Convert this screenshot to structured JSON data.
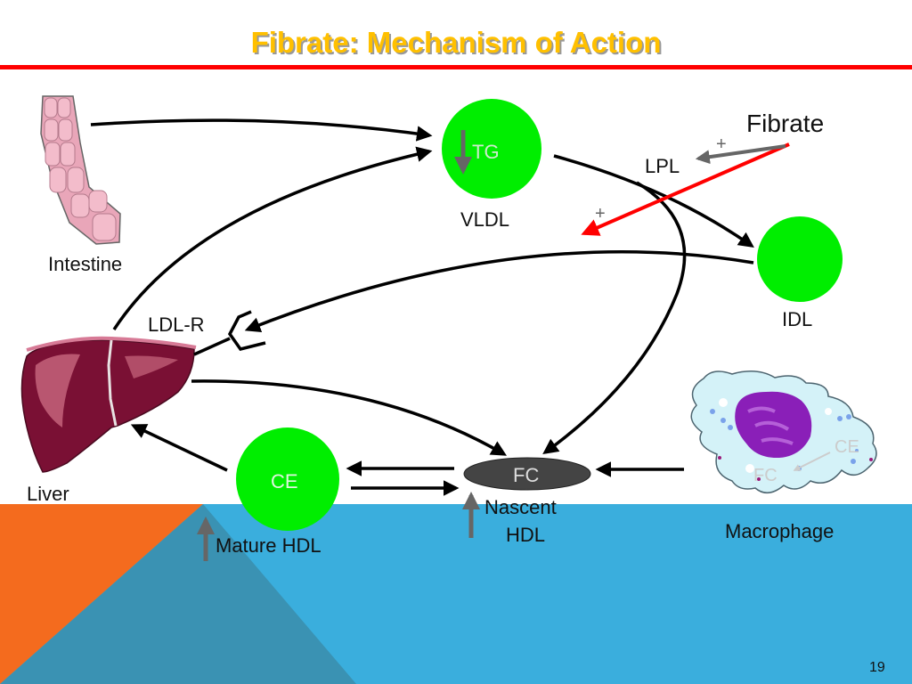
{
  "slide": {
    "title": "Fibrate: Mechanism of Action",
    "page_number": "19",
    "colors": {
      "title": "#FFC000",
      "title_rule": "#FF0000",
      "lipoprotein": "#00EE00",
      "fibrate_arrow": "#FF0000",
      "modifier_arrow": "#666666",
      "fc_ellipse": "#444444",
      "bg_blue": "#3AAEDD",
      "bg_orange": "#F46B1E",
      "bg_teal": "#3A92B3"
    }
  },
  "organs": {
    "intestine": "Intestine",
    "liver": "Liver",
    "macrophage": "Macrophage"
  },
  "particles": {
    "vldl": {
      "label": "VLDL",
      "inner": "TG",
      "modifier": "decrease"
    },
    "idl": {
      "label": "IDL"
    },
    "mature_hdl": {
      "label": "Mature HDL",
      "inner": "CE",
      "modifier": "increase"
    },
    "nascent_hdl": {
      "label_line1": "Nascent",
      "label_line2": "HDL",
      "inner": "FC",
      "modifier": "increase"
    }
  },
  "receptors": {
    "ldl_r": "LDL-R"
  },
  "drug": {
    "name": "Fibrate",
    "enzyme": "LPL",
    "plus_lpl": "+",
    "plus_ldlr": "+"
  },
  "macrophage_inner": {
    "ce": "CE",
    "fc": "FC"
  }
}
